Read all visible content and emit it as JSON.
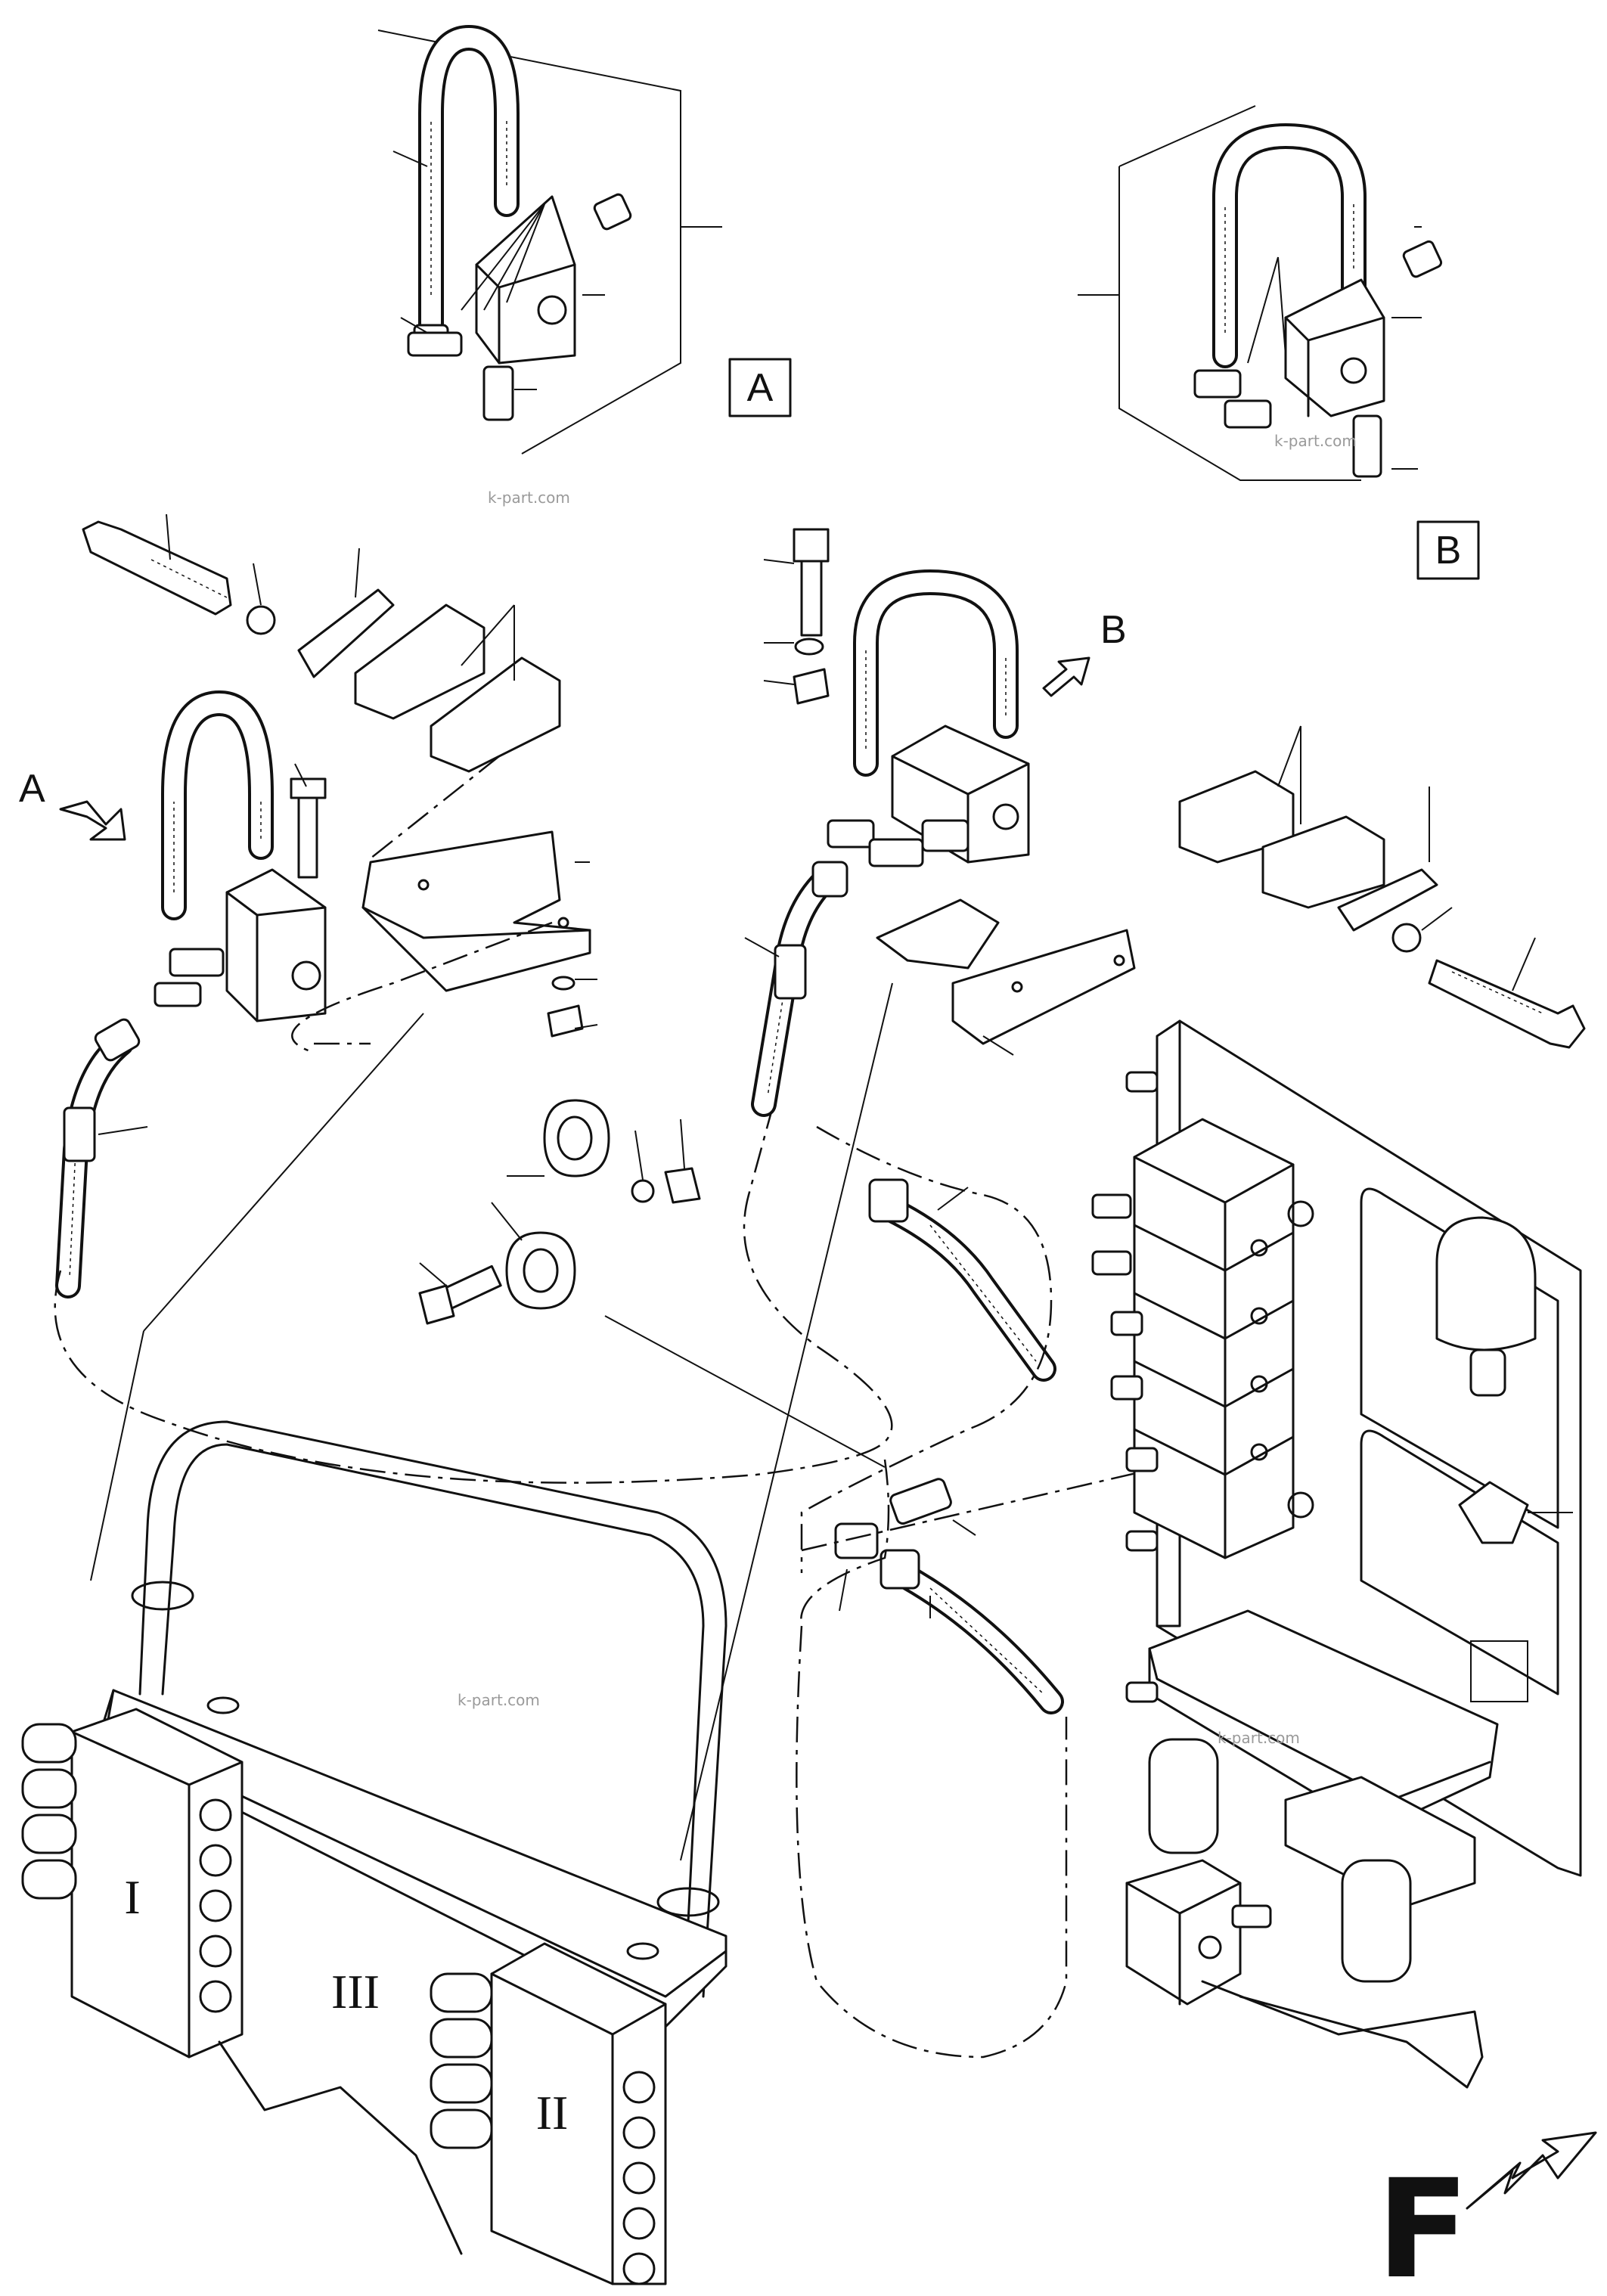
{
  "views": {
    "detail_a": {
      "label": "A"
    },
    "detail_b": {
      "label": "B"
    }
  },
  "arrows": {
    "view_a": {
      "label": "A"
    },
    "view_b": {
      "label": "B"
    }
  },
  "valve_sections": [
    {
      "label": "I"
    },
    {
      "label": "III"
    },
    {
      "label": "II"
    }
  ],
  "front_direction": {
    "label": "F"
  },
  "watermarks": [
    "k-part.com",
    "k-part.com",
    "k-part.com",
    "k-part.com"
  ]
}
